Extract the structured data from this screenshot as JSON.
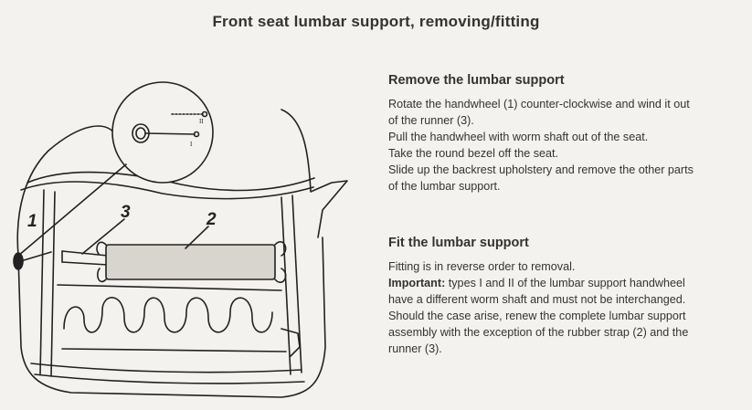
{
  "title": "Front seat lumbar support, removing/fitting",
  "diagram": {
    "callouts": [
      "1",
      "2",
      "3"
    ],
    "detail_labels": [
      "II",
      "I"
    ]
  },
  "remove": {
    "heading": "Remove the lumbar support",
    "lines": [
      "Rotate the handwheel (1) counter-clockwise and wind it out",
      "of the runner (3).",
      "Pull the handwheel with worm shaft out of the seat.",
      "Take the round bezel off the seat.",
      "Slide up the backrest upholstery and remove the other parts",
      "of the lumbar support."
    ]
  },
  "fit": {
    "heading": "Fit the lumbar support",
    "line1": "Fitting is in reverse order to removal.",
    "important_label": "Important:",
    "important_text": "types I and II of the lumbar support handwheel",
    "lines": [
      "have a different worm shaft and must not be interchanged.",
      "Should the case arise, renew the complete lumbar support",
      "assembly with the exception of the rubber strap (2) and the",
      "runner (3)."
    ]
  }
}
